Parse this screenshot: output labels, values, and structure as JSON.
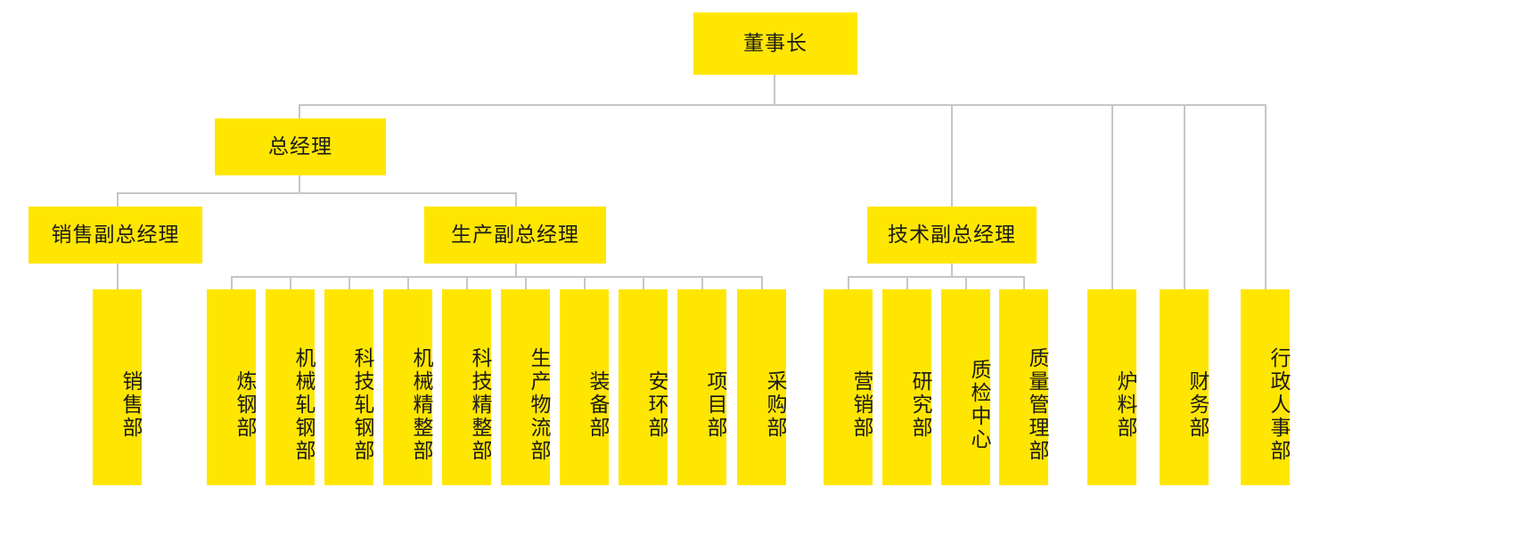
{
  "chart": {
    "type": "org-chart",
    "title": "",
    "colors": {
      "node_fill": "#ffe600",
      "node_text": "#1b1b1b",
      "connector": "#c6c6c6",
      "background": "#ffffff"
    },
    "levels": [
      {
        "level": 1,
        "nodes": [
          {
            "id": "chairman",
            "label": "董事长",
            "orientation": "horizontal"
          }
        ]
      },
      {
        "level": 2,
        "nodes": [
          {
            "id": "general-manager",
            "label": "总经理",
            "orientation": "horizontal"
          }
        ]
      },
      {
        "level": 3,
        "nodes": [
          {
            "id": "sales-vp",
            "label": "销售副总经理",
            "orientation": "horizontal"
          },
          {
            "id": "production-vp",
            "label": "生产副总经理",
            "orientation": "horizontal"
          },
          {
            "id": "technical-vp",
            "label": "技术副总经理",
            "orientation": "horizontal"
          }
        ]
      },
      {
        "level": 4,
        "nodes": [
          {
            "id": "sales-dept",
            "label": "销售部",
            "orientation": "vertical",
            "parent": "sales-vp"
          },
          {
            "id": "steelmaking-dept",
            "label": "炼钢部",
            "orientation": "vertical",
            "parent": "production-vp"
          },
          {
            "id": "mechanical-rolling-dept",
            "label": "机械轧钢部",
            "orientation": "vertical",
            "parent": "production-vp"
          },
          {
            "id": "tech-rolling-dept",
            "label": "科技轧钢部",
            "orientation": "vertical",
            "parent": "production-vp"
          },
          {
            "id": "mechanical-finishing-dept",
            "label": "机械精整部",
            "orientation": "vertical",
            "parent": "production-vp"
          },
          {
            "id": "tech-finishing-dept",
            "label": "科技精整部",
            "orientation": "vertical",
            "parent": "production-vp"
          },
          {
            "id": "production-logistics-dept",
            "label": "生产物流部",
            "orientation": "vertical",
            "parent": "production-vp"
          },
          {
            "id": "equipment-dept",
            "label": "装备部",
            "orientation": "vertical",
            "parent": "production-vp"
          },
          {
            "id": "safety-environment-dept",
            "label": "安环部",
            "orientation": "vertical",
            "parent": "production-vp"
          },
          {
            "id": "project-dept",
            "label": "项目部",
            "orientation": "vertical",
            "parent": "production-vp"
          },
          {
            "id": "procurement-dept",
            "label": "采购部",
            "orientation": "vertical",
            "parent": "production-vp"
          },
          {
            "id": "marketing-dept",
            "label": "营销部",
            "orientation": "vertical",
            "parent": "technical-vp"
          },
          {
            "id": "research-dept",
            "label": "研究部",
            "orientation": "vertical",
            "parent": "technical-vp"
          },
          {
            "id": "quality-inspection-center",
            "label": "质检中心",
            "orientation": "vertical",
            "parent": "technical-vp"
          },
          {
            "id": "quality-management-dept",
            "label": "质量管理部",
            "orientation": "vertical",
            "parent": "technical-vp"
          },
          {
            "id": "furnace-charge-dept",
            "label": "炉料部",
            "orientation": "vertical",
            "parent": "chairman"
          },
          {
            "id": "finance-dept",
            "label": "财务部",
            "orientation": "vertical",
            "parent": "chairman"
          },
          {
            "id": "administration-hr-dept",
            "label": "行政人事部",
            "orientation": "vertical",
            "parent": "chairman"
          }
        ]
      }
    ]
  }
}
